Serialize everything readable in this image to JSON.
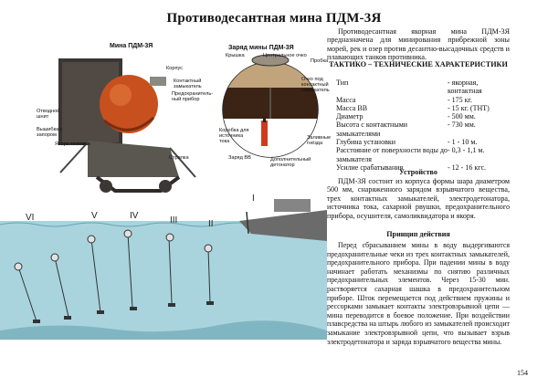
{
  "page_title": "Противодесантная мина  ПДМ-3Я",
  "figure1": {
    "title": "Мина  ПДМ-3Я",
    "labels": [
      "Корпус",
      "Контактный замыкатель",
      "Предохранитель-ный прибор",
      "Отводной шнит",
      "Вышибка с запором",
      "Якорь-тележка",
      "Стрелка"
    ]
  },
  "figure2": {
    "title": "Заряд мины ПДМ-3Я",
    "labels": [
      "Крышка",
      "Центральное очко",
      "Пробка",
      "Очко под контактный замыкатель",
      "Заряд ВВ",
      "Коробка для источника тока",
      "Заливные гнёзда",
      "Дополнительный детонатор"
    ]
  },
  "figure3": {
    "roman": [
      "VI",
      "V",
      "IV",
      "III",
      "II",
      "I"
    ]
  },
  "intro": "Противодесантная якорная мина ПДМ-3Я предназначена для минирования прибрежной зоны морей, рек и озер против десантно-высадочных средств и плавающих танков противника.",
  "specs_header": "ТАКТИКО – ТЕХНИЧЕСКИЕ ХАРАКТЕРИСТИКИ",
  "specs": [
    {
      "k": "Тип",
      "v": "- якорная, контактная"
    },
    {
      "k": "Масса",
      "v": "- 175 кг."
    },
    {
      "k": "Масса ВВ",
      "v": "- 15 кг. (ТНТ)"
    },
    {
      "k": "Диаметр",
      "v": "- 500 мм."
    },
    {
      "k": "Высота с контактными замыкателями",
      "v": "- 730 мм."
    },
    {
      "k": "Глубина установки",
      "v": "- 1 - 10 м."
    },
    {
      "k": "Расстояние от поверхности воды до замыкателя",
      "v": "- 0,3 - 1,1 м."
    },
    {
      "k": "Усилие срабатывания",
      "v": "- 12 - 16 кгс."
    }
  ],
  "device_header": "Устройство",
  "device_text": "ПДМ-3Я состоит из корпуса формы шара диаметром 500 мм, снаряженного зарядом взрывчатого вещества, трех контактных замыкателей, электродетонатора, источника тока, сахарной рвушки, предохранительного прибора, осушителя, самоликвидатора и якоря.",
  "principle_header": "Принцип действия",
  "principle_text": "Перед сбрасыванием мины в воду выдергиваются предохранительные чеки из трех контактных замыкателей, предохранительного прибора. При падении мины в воду начинает работать механизмы по снятию различных предохранительных элементов. Через 15-30 мин. растворяется сахарная шашка в предохранительном приборе. Шток перемещается под действием пружины и рессорками замыкает контакты электровзрывной цепи — мина переводится в боевое положение. При воздействии плавсредства на штырь любого из замыкателей происходит замыкание электровзрывной цепи, что вызывает взрыв электродетонатора и заряда взрывчатого вещества мины.",
  "page_number": "154",
  "colors": {
    "water": "#a9d4de",
    "mine_orange": "#c8501e",
    "hull": "#6b6b6b"
  }
}
